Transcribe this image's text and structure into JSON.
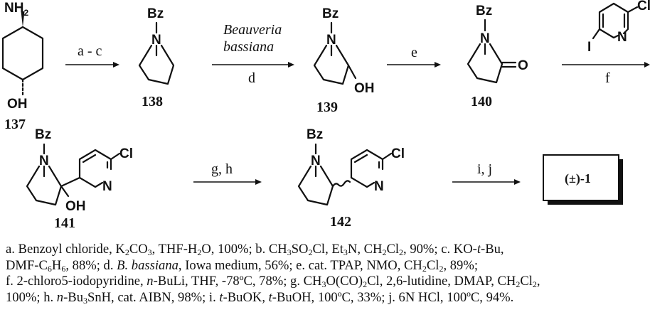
{
  "compounds": {
    "c137": "137",
    "c138": "138",
    "c139": "139",
    "c140": "140",
    "c141": "141",
    "c142": "142",
    "target": "(±)-1"
  },
  "atoms": {
    "nh2_N": "NH",
    "nh2_sub": "2",
    "oh": "OH",
    "bz": "Bz",
    "n": "N",
    "o": "O",
    "cl": "Cl",
    "i": "I"
  },
  "reagents": {
    "a_c": "a - c",
    "d_org1": "Beauveria",
    "d_org2": "bassiana",
    "d": "d",
    "e": "e",
    "f": "f",
    "g_h": "g, h",
    "i_j": "i, j"
  },
  "conditions": {
    "line1": [
      {
        "t": "a. Benzoyl chloride, K"
      },
      {
        "s": "2"
      },
      {
        "t": "CO"
      },
      {
        "s": "3"
      },
      {
        "t": ", THF-H"
      },
      {
        "s": "2"
      },
      {
        "t": "O, 100%;   b. CH"
      },
      {
        "s": "3"
      },
      {
        "t": "SO"
      },
      {
        "s": "2"
      },
      {
        "t": "Cl, Et"
      },
      {
        "s": "3"
      },
      {
        "t": "N, CH"
      },
      {
        "s": "2"
      },
      {
        "t": "Cl"
      },
      {
        "s": "2"
      },
      {
        "t": ", 90%;   c. KO-"
      },
      {
        "i": "t"
      },
      {
        "t": "-Bu,"
      }
    ],
    "line2": [
      {
        "t": "DMF-C"
      },
      {
        "s": "6"
      },
      {
        "t": "H"
      },
      {
        "s": "6"
      },
      {
        "t": ", 88%;   d. "
      },
      {
        "i": "B. bassiana"
      },
      {
        "t": ", Iowa medium, 56%;   e. cat. TPAP, NMO, CH"
      },
      {
        "s": "2"
      },
      {
        "t": "Cl"
      },
      {
        "s": "2"
      },
      {
        "t": ", 89%;"
      }
    ],
    "line3": [
      {
        "t": "f. 2-chloro5-iodopyridine, "
      },
      {
        "i": "n"
      },
      {
        "t": "-BuLi, THF, -78ºC, 78%;   g. CH"
      },
      {
        "s": "3"
      },
      {
        "t": "O(CO)"
      },
      {
        "s": "2"
      },
      {
        "t": "Cl, 2,6-lutidine, DMAP, CH"
      },
      {
        "s": "2"
      },
      {
        "t": "Cl"
      },
      {
        "s": "2"
      },
      {
        "t": ","
      }
    ],
    "line4": [
      {
        "t": "100%;   h. "
      },
      {
        "i": "n"
      },
      {
        "t": "-Bu"
      },
      {
        "s": "3"
      },
      {
        "t": "SnH, cat. AIBN, 98%;   i. "
      },
      {
        "i": "t"
      },
      {
        "t": "-BuOK, "
      },
      {
        "i": "t"
      },
      {
        "t": "-BuOH, 100ºC, 33%;   j. 6N HCl, 100ºC, 94%."
      }
    ]
  }
}
